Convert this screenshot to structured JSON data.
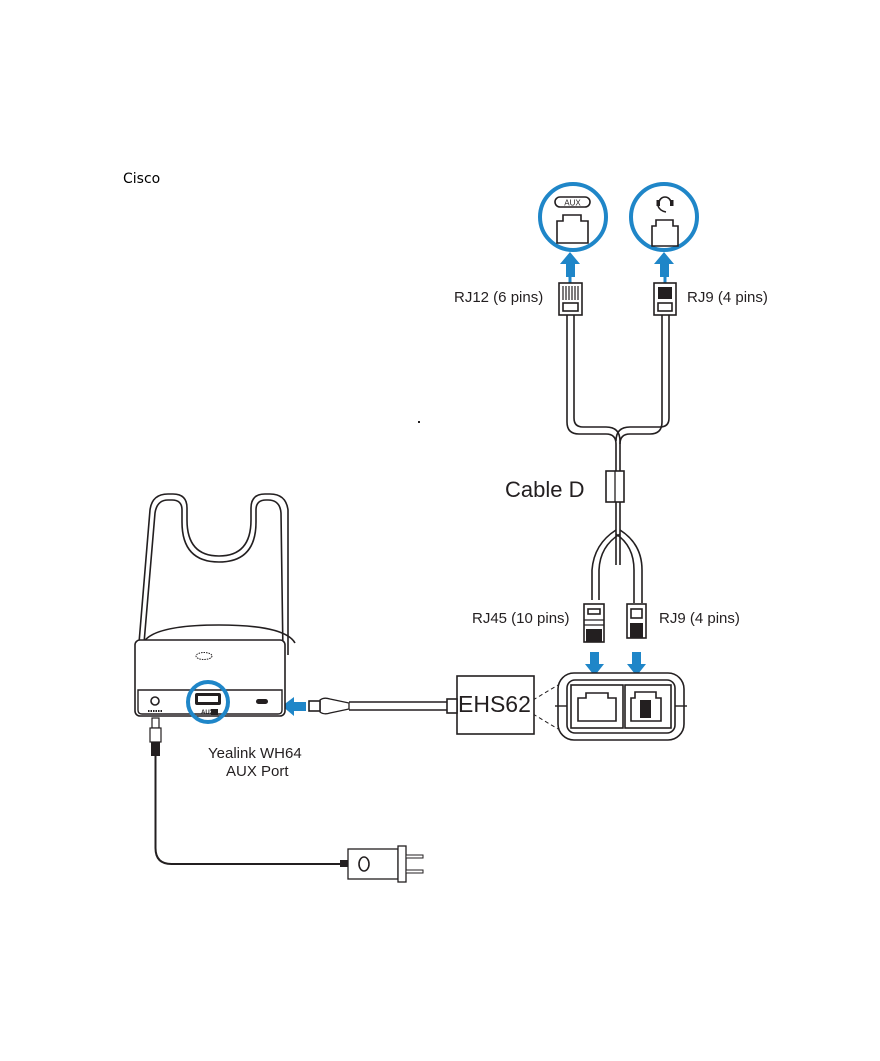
{
  "page": {
    "caption": "Cisco"
  },
  "diagram": {
    "title_label": "Cisco",
    "accent_color": "#1f86c8",
    "line_color": "#231f20",
    "phone_ports": [
      {
        "name": "AUX",
        "badge": "AUX",
        "icon": "aux-port-icon"
      },
      {
        "name": "Headset",
        "badge": "",
        "icon": "headset-icon"
      }
    ],
    "top_connectors": [
      {
        "label": "RJ12 (6 pins)",
        "type": "RJ12"
      },
      {
        "label": "RJ9 (4 pins)",
        "type": "RJ9"
      }
    ],
    "cable_label": "Cable D",
    "bottom_connectors": [
      {
        "label": "RJ45 (10 pins)",
        "type": "RJ45"
      },
      {
        "label": "RJ9 (4 pins)",
        "type": "RJ9"
      }
    ],
    "adapter_label": "EHS62",
    "base": {
      "line1": "Yealink WH64",
      "line2": "AUX Port",
      "port_badge": "AUX"
    },
    "power": {
      "icon": "power-adapter-icon"
    }
  }
}
